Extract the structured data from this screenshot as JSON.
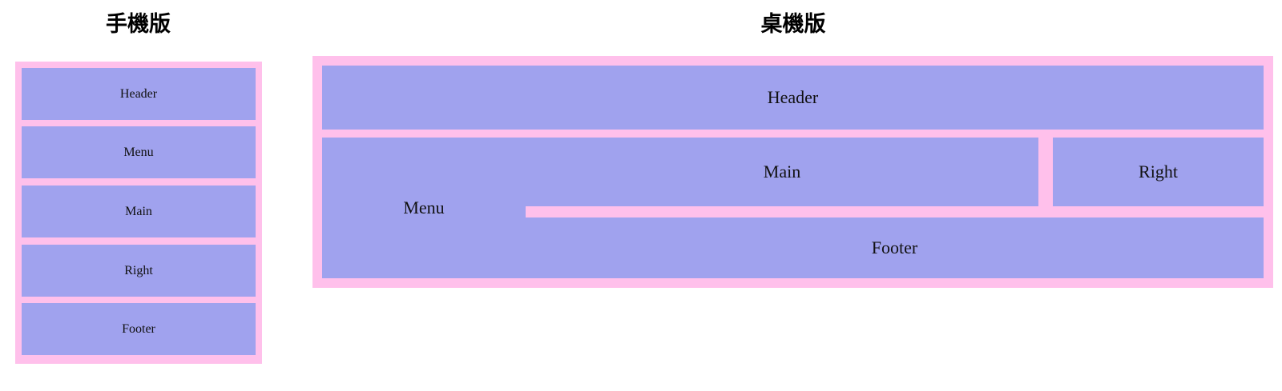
{
  "panels": [
    {
      "id": "mobile",
      "title": "手機版",
      "layout_kind": "stacked-single-column",
      "container_color": "#ffc0eb",
      "box_color": "#a0a2ee",
      "boxes": [
        {
          "key": "header",
          "label": "Header"
        },
        {
          "key": "menu",
          "label": "Menu"
        },
        {
          "key": "main",
          "label": "Main"
        },
        {
          "key": "right",
          "label": "Right"
        },
        {
          "key": "footer",
          "label": "Footer"
        }
      ]
    },
    {
      "id": "desktop",
      "title": "桌機版",
      "layout_kind": "holy-grail-grid",
      "container_color": "#ffc0eb",
      "box_color": "#a0a2ee",
      "boxes": [
        {
          "key": "header",
          "label": "Header"
        },
        {
          "key": "menu",
          "label": "Menu"
        },
        {
          "key": "main",
          "label": "Main"
        },
        {
          "key": "right",
          "label": "Right"
        },
        {
          "key": "footer",
          "label": "Footer"
        }
      ]
    }
  ],
  "colors": {
    "container_pink": "#ffc0eb",
    "box_purple": "#a0a2ee",
    "text_black": "#000000",
    "page_background": "#ffffff"
  }
}
